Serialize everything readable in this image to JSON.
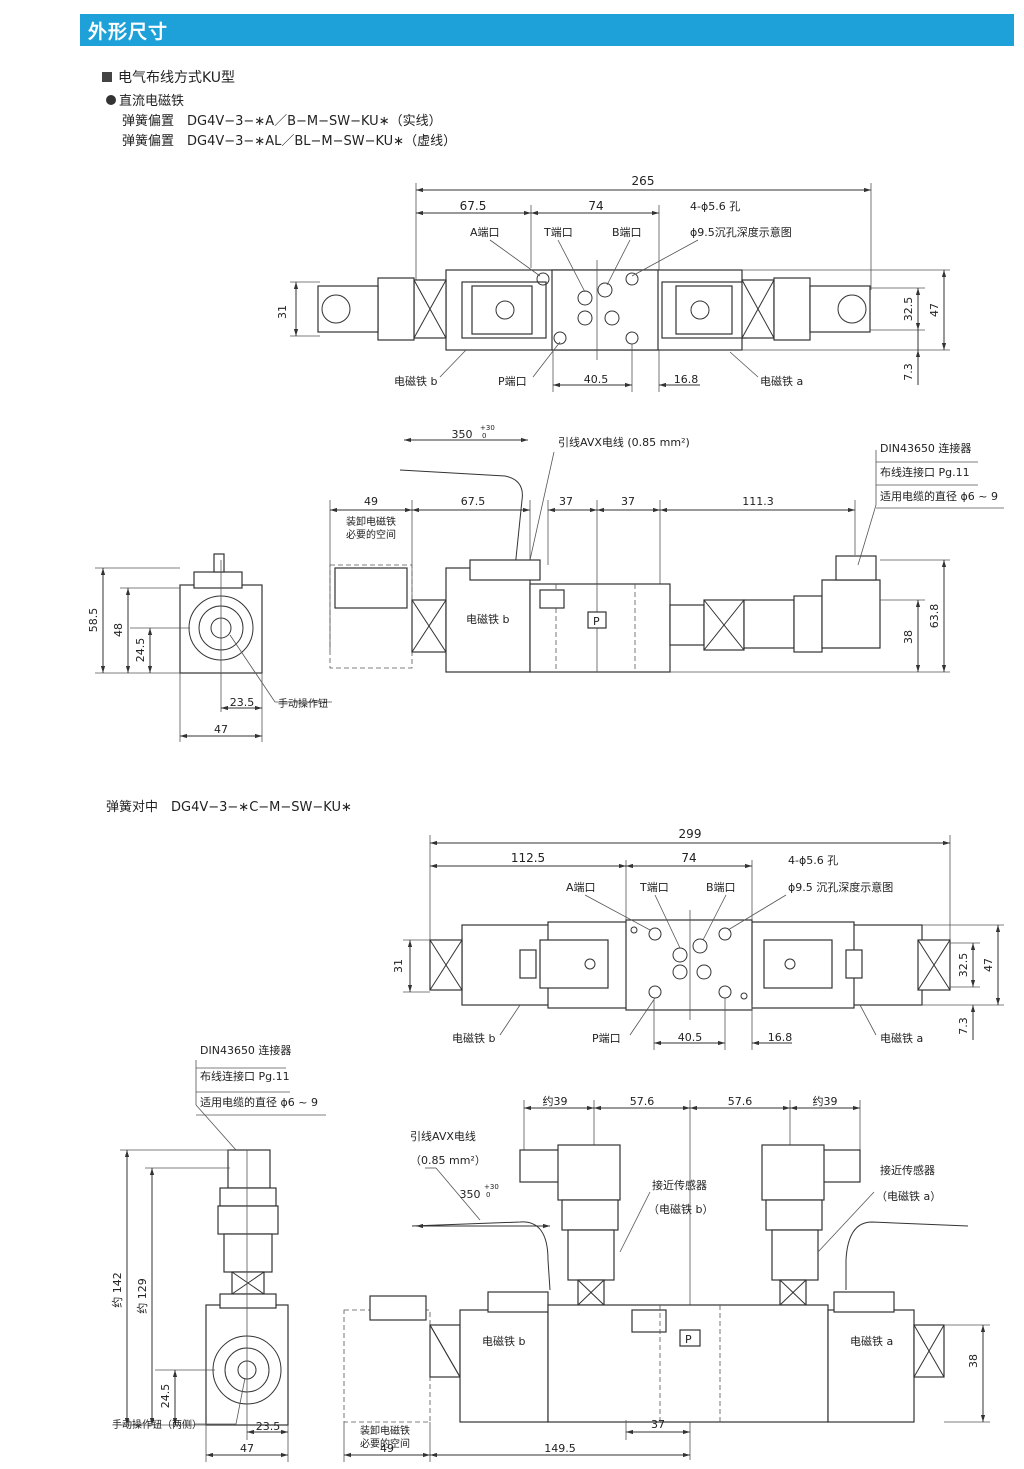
{
  "header": {
    "title": "外形尺寸"
  },
  "section": {
    "title": "电气布线方式KU型",
    "subtitle": "直流电磁铁",
    "line1": "弹簧偏置　DG4V−3−∗A／B−M−SW−KU∗（实线）",
    "line2": "弹簧偏置　DG4V−3−∗AL／BL−M−SW−KU∗（虚线）",
    "line3": "弹簧对中　DG4V−3−∗C−M−SW−KU∗"
  },
  "top_view": {
    "d_total": "265",
    "d_left": "67.5",
    "d_mid": "74",
    "holes": "4-ϕ5.6 孔",
    "counterbore": "ϕ9.5沉孔深度示意图",
    "a_port": "A端口",
    "t_port": "T端口",
    "b_port": "B端口",
    "p_port": "P端口",
    "d_height_left": "31",
    "d_325": "32.5",
    "d_47": "47",
    "d_73": "7.3",
    "d_405": "40.5",
    "d_168": "16.8",
    "sol_b": "电磁铁 b",
    "sol_a": "电磁铁 a"
  },
  "side_view": {
    "d_350": "350",
    "tol_plus": "+30",
    "tol_zero": "0",
    "lead": "引线AVX电线 (0.85 mm²)",
    "din": "DIN43650 连接器",
    "gland": "布线连接口 Pg.11",
    "cable": "适用电缆的直径 ϕ6 ~ 9",
    "d_49": "49",
    "d_675": "67.5",
    "d_37a": "37",
    "d_37b": "37",
    "d_1113": "111.3",
    "removal": "装卸电磁铁",
    "removal2": "必要的空间",
    "sol_b": "电磁铁 b",
    "p_mark": "P",
    "d_38": "38",
    "d_638": "63.8"
  },
  "end_view": {
    "d_585": "58.5",
    "d_48": "48",
    "d_245": "24.5",
    "d_235": "23.5",
    "d_47": "47",
    "manual": "手动操作钮"
  },
  "top_view2": {
    "d_total": "299",
    "d_left": "112.5",
    "d_mid": "74",
    "holes": "4-ϕ5.6 孔",
    "counterbore": "ϕ9.5 沉孔深度示意图",
    "a_port": "A端口",
    "t_port": "T端口",
    "b_port": "B端口",
    "p_port": "P端口",
    "d_31": "31",
    "d_325": "32.5",
    "d_47": "47",
    "d_73": "7.3",
    "d_405": "40.5",
    "d_168": "16.8",
    "sol_b": "电磁铁 b",
    "sol_a": "电磁铁 a"
  },
  "side_view2": {
    "d_39l": "约39",
    "d_576a": "57.6",
    "d_576b": "57.6",
    "d_39r": "约39",
    "lead": "引线AVX电线",
    "lead2": "（0.85 mm²）",
    "d_350": "350",
    "tol_plus": "+30",
    "tol_zero": "0",
    "prox_b": "接近传感器",
    "prox_b2": "（电磁铁 b）",
    "prox_a": "接近传感器",
    "prox_a2": "（电磁铁 a）",
    "sol_b": "电磁铁 b",
    "sol_a": "电磁铁 a",
    "p_mark": "P",
    "removal": "装卸电磁铁",
    "removal2": "必要的空间",
    "d_38": "38",
    "d_37": "37",
    "d_49": "49",
    "d_1495": "149.5"
  },
  "end_view2": {
    "din": "DIN43650 连接器",
    "gland": "布线连接口 Pg.11",
    "cable": "适用电缆的直径 ϕ6 ~ 9",
    "d_142": "约 142",
    "d_129": "约 129",
    "d_245": "24.5",
    "d_235": "23.5",
    "d_47": "47",
    "manual": "手动操作钮（两侧）"
  }
}
